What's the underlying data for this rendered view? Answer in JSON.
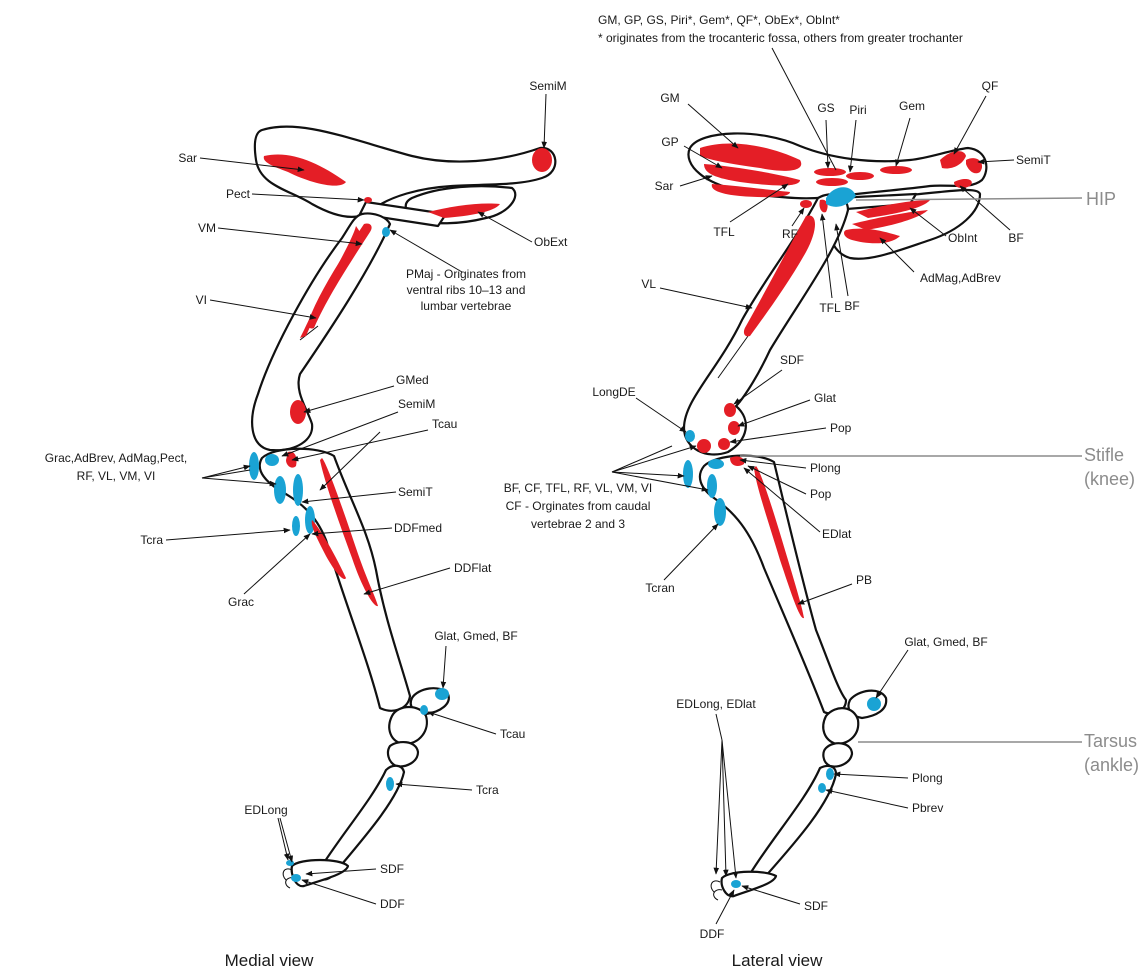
{
  "colors": {
    "origin": "#e41e26",
    "insertion": "#1aa3d4",
    "outline": "#111111",
    "region_label": "#8c8c8c"
  },
  "medial": {
    "caption": "Medial view",
    "labels": {
      "semim_top": "SemiM",
      "sar": "Sar",
      "pect": "Pect",
      "vm": "VM",
      "obext": "ObExt",
      "pmaj_1": "PMaj - Originates from",
      "pmaj_2": "ventral ribs 10–13 and",
      "pmaj_3": "lumbar vertebrae",
      "vi": "VI",
      "gmed": "GMed",
      "semim_knee": "SemiM",
      "tcau_knee": "Tcau",
      "grac_group_1": "Grac,AdBrev, AdMag,Pect,",
      "grac_group_2": "RF, VL, VM, VI",
      "semit": "SemiT",
      "tcra_knee": "Tcra",
      "ddfmed": "DDFmed",
      "ddflat": "DDFlat",
      "grac": "Grac",
      "glat_gmed_bf": "Glat, Gmed, BF",
      "tcau_ankle": "Tcau",
      "tcra_ankle": "Tcra",
      "edlong": "EDLong",
      "sdf": "SDF",
      "ddf": "DDF"
    }
  },
  "lateral": {
    "caption": "Lateral view",
    "labels": {
      "hip_header_1": "GM, GP, GS, Piri*, Gem*, QF*, ObEx*, ObInt*",
      "hip_header_2": "* originates from the trocanteric fossa, others from greater trochanter",
      "gm": "GM",
      "gp": "GP",
      "sar": "Sar",
      "gs": "GS",
      "piri": "Piri",
      "gem": "Gem",
      "qf": "QF",
      "semit": "SemiT",
      "tfl_upper": "TFL",
      "rf": "RF",
      "bf_hip": "BF",
      "obint": "ObInt",
      "admag": "AdMag,AdBrev",
      "tfl_lower": "TFL",
      "bf_lower": "BF",
      "vl": "VL",
      "sdf_knee": "SDF",
      "longde": "LongDE",
      "glat": "Glat",
      "pop_upper": "Pop",
      "bf_group_1": "BF, CF, TFL, RF, VL, VM, VI",
      "bf_group_2": "CF - Orginates from caudal",
      "bf_group_3": "vertebrae 2 and 3",
      "plong_knee": "Plong",
      "pop_lower": "Pop",
      "edlat": "EDlat",
      "tcran": "Tcran",
      "pb": "PB",
      "glat_gmed_bf": "Glat, Gmed, BF",
      "edlong_edlat": "EDLong, EDlat",
      "plong_ankle": "Plong",
      "pbrev": "Pbrev",
      "sdf_foot": "SDF",
      "ddf": "DDF"
    }
  },
  "regions": {
    "hip": "HIP",
    "stifle_1": "Stifle",
    "stifle_2": "(knee)",
    "tarsus_1": "Tarsus",
    "tarsus_2": "(ankle)"
  }
}
